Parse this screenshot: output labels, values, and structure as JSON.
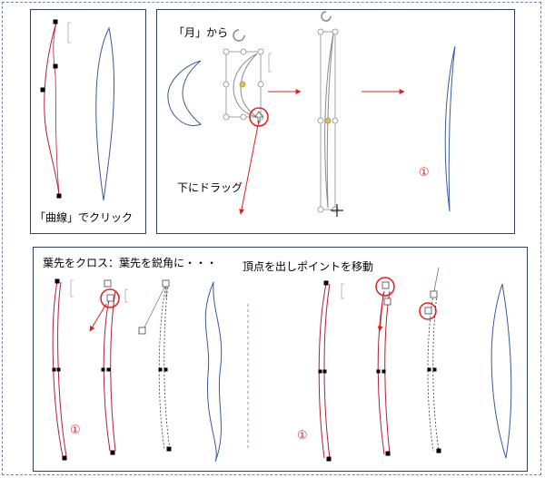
{
  "panels": {
    "curve": {
      "caption": "「曲線」でクリック"
    },
    "moon": {
      "from_label": "「月」から",
      "drag_label": "下にドラッグ",
      "step_number": "①"
    },
    "leaf": {
      "cross_label": "葉先をクロス：葉先を鋭角に・・・",
      "vertex_label": "頂点を出しポイントを移動",
      "step_number_left": "①",
      "step_number_right": "①"
    }
  },
  "colors": {
    "curve_red": "#b0203a",
    "curve_blue": "#3a5a9a",
    "arrow_red": "#e02020",
    "panel_border": "#2f3f5f",
    "divider_green": "#6abf4b",
    "handle_gray": "#8a8a8a"
  },
  "icons": [
    "rotate-handle-icon",
    "move-cross-icon",
    "anchor-point-icon",
    "hand-cursor-icon",
    "selection-bracket-icon"
  ]
}
